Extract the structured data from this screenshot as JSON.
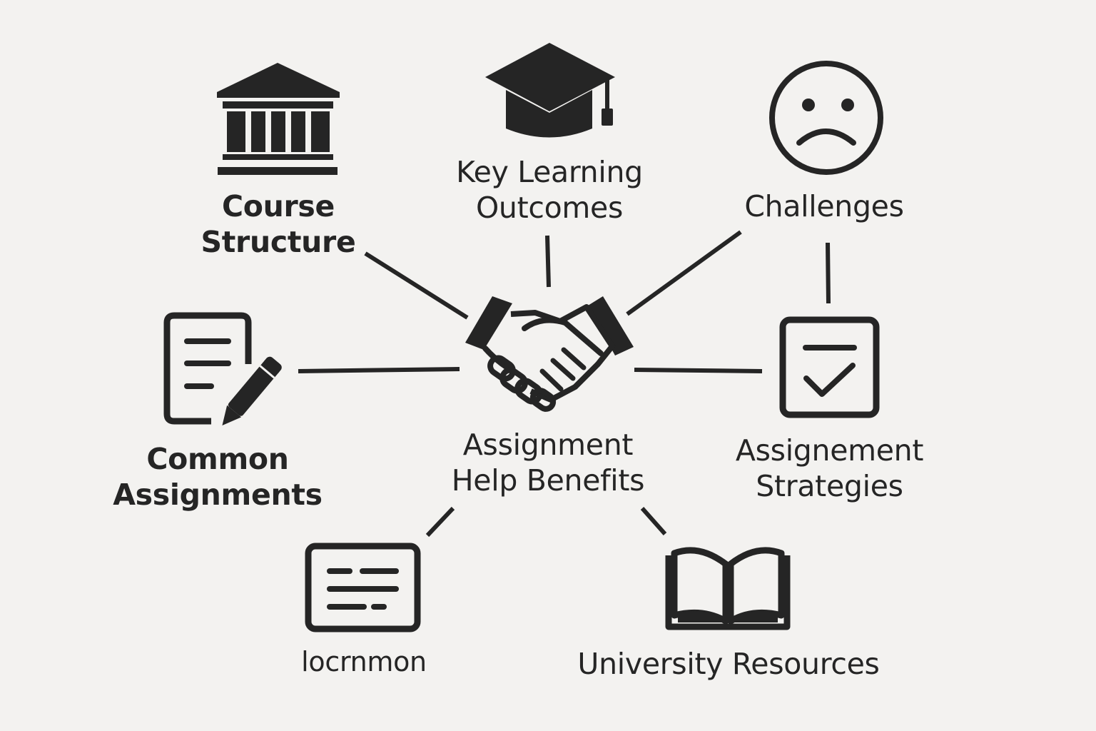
{
  "center": {
    "icon": "handshake-icon",
    "lines": [
      "Assignment",
      "Help Benefits"
    ]
  },
  "nodes": {
    "course_structure": {
      "icon": "institution-icon",
      "lines": [
        "Course",
        "Structure"
      ]
    },
    "key_learning_outcomes": {
      "icon": "graduation-cap-icon",
      "lines": [
        "Key Learning",
        "Outcomes"
      ]
    },
    "challenges": {
      "icon": "sad-face-icon",
      "lines": [
        "Challenges"
      ]
    },
    "common_assignments": {
      "icon": "document-pencil-icon",
      "lines": [
        "Common",
        "Assignments"
      ]
    },
    "assignment_strategies": {
      "icon": "checklist-icon",
      "lines": [
        "Assignement",
        "Strategies"
      ]
    },
    "locrnmon": {
      "icon": "text-card-icon",
      "lines": [
        "locrnmon"
      ]
    },
    "university_resources": {
      "icon": "open-book-icon",
      "lines": [
        "University Resources"
      ]
    }
  },
  "colors": {
    "background": "#f3f2f0",
    "ink": "#252525"
  }
}
